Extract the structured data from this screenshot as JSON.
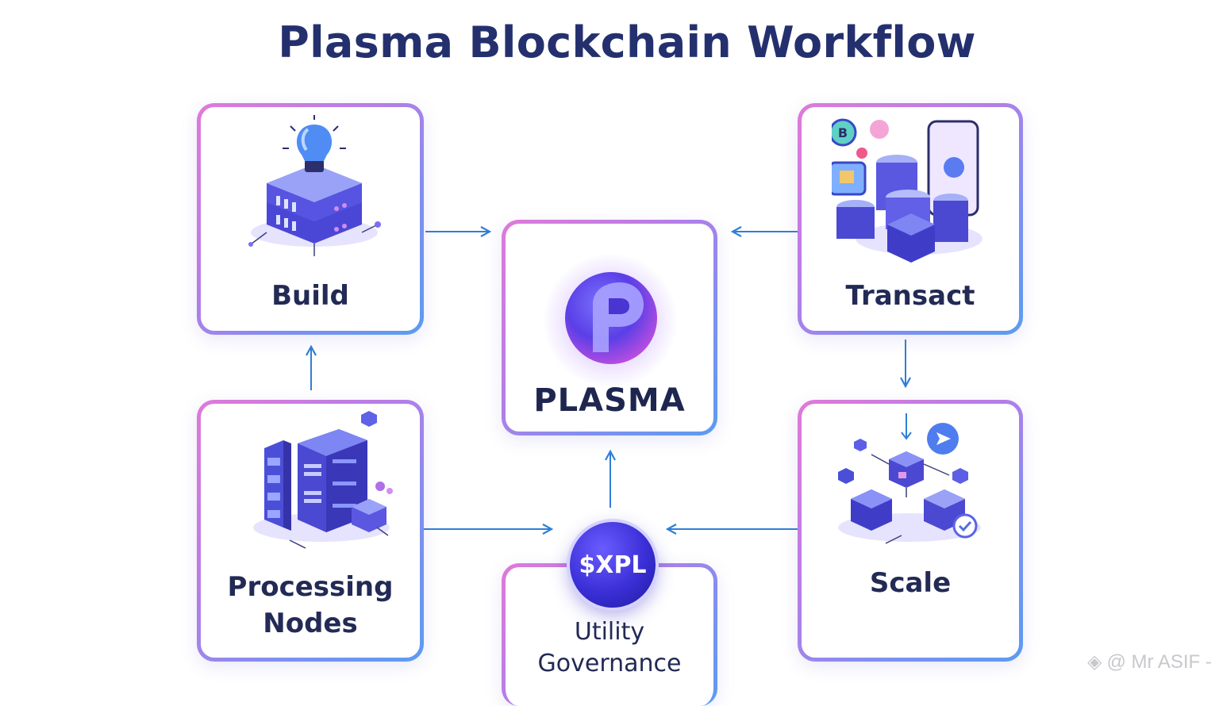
{
  "title": "Plasma Blockchain Workflow",
  "nodes": {
    "build": {
      "label": "Build"
    },
    "transact": {
      "label": "Transact"
    },
    "plasma": {
      "label": "PLASMA"
    },
    "processing": {
      "label_line1": "Processing",
      "label_line2": "Nodes"
    },
    "scale": {
      "label": "Scale"
    },
    "governance": {
      "token": "$XPL",
      "label_line1": "Utility",
      "label_line2": "Governance"
    }
  },
  "edges": [
    {
      "from": "build",
      "to": "plasma"
    },
    {
      "from": "transact",
      "to": "plasma"
    },
    {
      "from": "processing",
      "to": "build"
    },
    {
      "from": "transact",
      "to": "scale"
    },
    {
      "from": "processing",
      "to": "governance"
    },
    {
      "from": "scale",
      "to": "governance"
    },
    {
      "from": "governance",
      "to": "plasma"
    }
  ],
  "watermark": {
    "text": "@ Mr ASIF -"
  },
  "colors": {
    "title": "#24306e",
    "arrow": "#2f7fd6",
    "border_start": "#e07ad9",
    "border_end": "#5b9cf0",
    "token": "#3a2fd6"
  }
}
